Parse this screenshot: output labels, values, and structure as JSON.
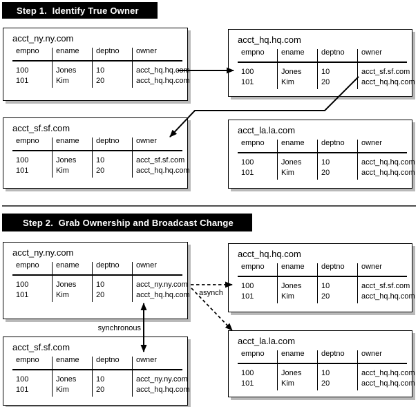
{
  "sections": [
    {
      "header": "Step 1.  Identify True Owner",
      "tables": [
        {
          "id": "step1-acct-ny",
          "title": "acct_ny.ny.com",
          "columns": [
            "empno",
            "ename",
            "deptno",
            "owner"
          ],
          "rows": [
            [
              "100",
              "Jones",
              "10",
              "acct_hq.hq.com"
            ],
            [
              "101",
              "Kim",
              "20",
              "acct_hq.hq.com"
            ]
          ]
        },
        {
          "id": "step1-acct-hq",
          "title": "acct_hq.hq.com",
          "columns": [
            "empno",
            "ename",
            "deptno",
            "owner"
          ],
          "rows": [
            [
              "100",
              "Jones",
              "10",
              "acct_sf.sf.com"
            ],
            [
              "101",
              "Kim",
              "20",
              "acct_hq.hq.com"
            ]
          ]
        },
        {
          "id": "step1-acct-sf",
          "title": "acct_sf.sf.com",
          "columns": [
            "empno",
            "ename",
            "deptno",
            "owner"
          ],
          "rows": [
            [
              "100",
              "Jones",
              "10",
              "acct_sf.sf.com"
            ],
            [
              "101",
              "Kim",
              "20",
              "acct_hq.hq.com"
            ]
          ]
        },
        {
          "id": "step1-acct-la",
          "title": "acct_la.la.com",
          "columns": [
            "empno",
            "ename",
            "deptno",
            "owner"
          ],
          "rows": [
            [
              "100",
              "Jones",
              "10",
              "acct_hq.hq.com"
            ],
            [
              "101",
              "Kim",
              "20",
              "acct_hq.hq.com"
            ]
          ]
        }
      ]
    },
    {
      "header": "Step 2.  Grab Ownership and Broadcast Change",
      "tables": [
        {
          "id": "step2-acct-ny",
          "title": "acct_ny.ny.com",
          "columns": [
            "empno",
            "ename",
            "deptno",
            "owner"
          ],
          "rows": [
            [
              "100",
              "Jones",
              "10",
              "acct_ny.ny.com"
            ],
            [
              "101",
              "Kim",
              "20",
              "acct_hq.hq.com"
            ]
          ]
        },
        {
          "id": "step2-acct-hq",
          "title": "acct_hq.hq.com",
          "columns": [
            "empno",
            "ename",
            "deptno",
            "owner"
          ],
          "rows": [
            [
              "100",
              "Jones",
              "10",
              "acct_sf.sf.com"
            ],
            [
              "101",
              "Kim",
              "20",
              "acct_hq.hq.com"
            ]
          ]
        },
        {
          "id": "step2-acct-sf",
          "title": "acct_sf.sf.com",
          "columns": [
            "empno",
            "ename",
            "deptno",
            "owner"
          ],
          "rows": [
            [
              "100",
              "Jones",
              "10",
              "acct_ny.ny.com"
            ],
            [
              "101",
              "Kim",
              "20",
              "acct_hq.hq.com"
            ]
          ]
        },
        {
          "id": "step2-acct-la",
          "title": "acct_la.la.com",
          "columns": [
            "empno",
            "ename",
            "deptno",
            "owner"
          ],
          "rows": [
            [
              "100",
              "Jones",
              "10",
              "acct_hq.hq.com"
            ],
            [
              "101",
              "Kim",
              "20",
              "acct_hq.hq.com"
            ]
          ]
        }
      ]
    }
  ],
  "annotations": {
    "async_label": "asynch",
    "sync_label": "synchronous"
  },
  "colors": {
    "header_bar_bg": "#000000",
    "header_bar_text": "#ffffff",
    "box_border": "#000000",
    "box_shadow": "#b9b9b9",
    "arrow": "#000000",
    "divider": "#4d4d4d",
    "text": "#000000"
  }
}
